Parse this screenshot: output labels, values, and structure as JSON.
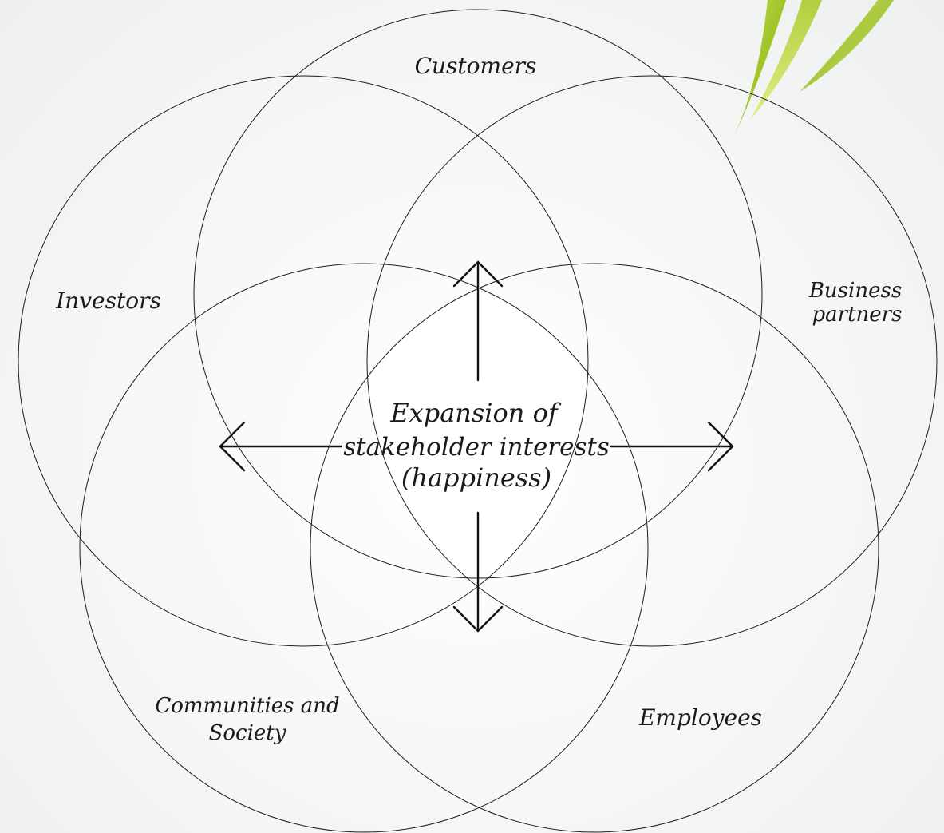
{
  "diagram": {
    "stakeholders": {
      "customers": "Customers",
      "business_partners_line1": "Business",
      "business_partners_line2": "partners",
      "investors": "Investors",
      "communities_line1": "Communities and",
      "communities_line2": "Society",
      "employees": "Employees"
    },
    "center": {
      "line1": "Expansion of",
      "line2": "stakeholder interests",
      "line3": "(happiness)"
    }
  },
  "colors": {
    "line": "#1c1c1c",
    "leaf_dark": "#8fb51c",
    "leaf_light": "#d2e25a",
    "center_fill": "#ffffff"
  }
}
